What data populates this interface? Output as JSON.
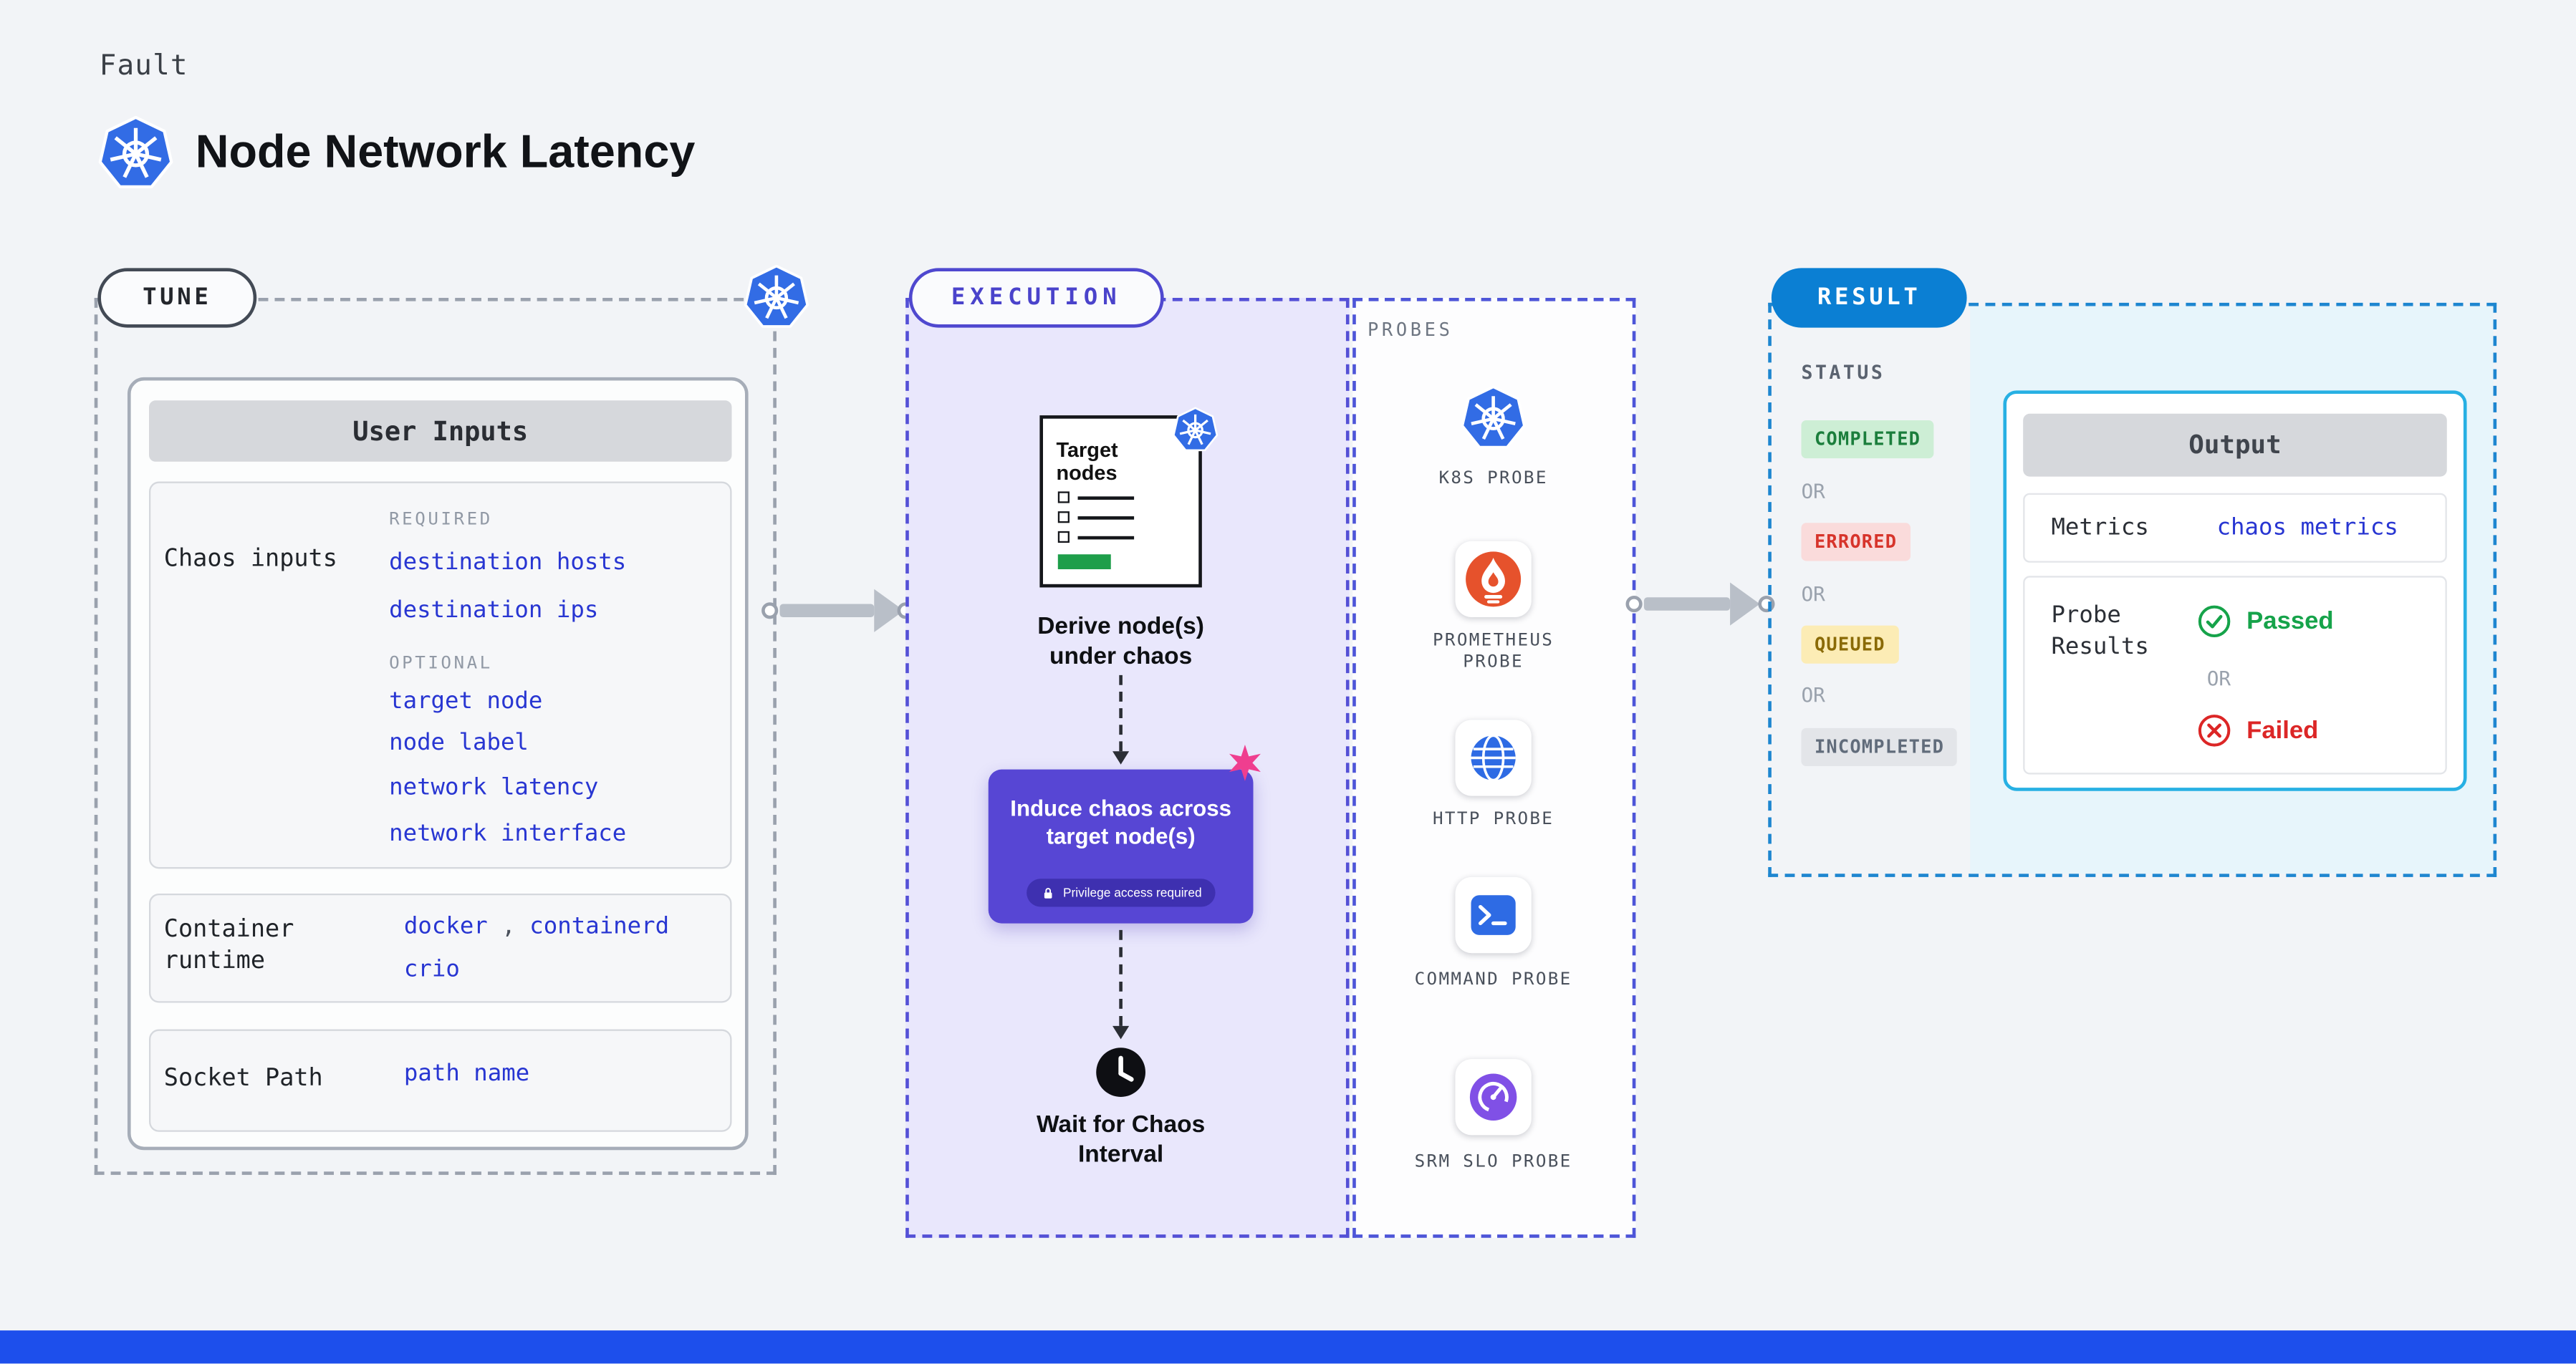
{
  "page": {
    "eyebrow": "Fault",
    "title": "Node Network Latency",
    "accent_blue": "#326ce5",
    "bottom_bar_color": "#1d4fec"
  },
  "tune": {
    "pill": "TUNE",
    "user_inputs": {
      "header": "User Inputs",
      "chaos_inputs": {
        "label": "Chaos inputs",
        "required_tag": "REQUIRED",
        "required_values": [
          "destination hosts",
          "destination ips"
        ],
        "optional_tag": "OPTIONAL",
        "optional_values": [
          "target node",
          "node label",
          "network latency",
          "network interface"
        ]
      },
      "container_runtime": {
        "label": "Container runtime",
        "values": [
          "docker",
          "containerd",
          "crio"
        ],
        "separator": ","
      },
      "socket_path": {
        "label": "Socket Path",
        "value": "path name"
      }
    }
  },
  "execution": {
    "pill": "EXECUTION",
    "target_nodes": {
      "title": "Target nodes",
      "icon": "kubernetes-icon"
    },
    "derive_label": "Derive node(s) under chaos",
    "induce_label": "Induce chaos across target node(s)",
    "privilege_badge": "Privilege access required",
    "wait_label": "Wait for Chaos Interval"
  },
  "probes": {
    "header": "PROBES",
    "items": [
      {
        "label": "K8S PROBE",
        "icon": "kubernetes-icon"
      },
      {
        "label": "PROMETHEUS PROBE",
        "icon": "prometheus-icon"
      },
      {
        "label": "HTTP PROBE",
        "icon": "globe-icon"
      },
      {
        "label": "COMMAND PROBE",
        "icon": "terminal-icon"
      },
      {
        "label": "SRM SLO PROBE",
        "icon": "gauge-icon"
      }
    ]
  },
  "result": {
    "pill": "RESULT",
    "status_header": "STATUS",
    "or_label": "OR",
    "statuses": [
      {
        "label": "COMPLETED",
        "bg": "#cdeed5",
        "color": "#1b7e3c"
      },
      {
        "label": "ERRORED",
        "bg": "#fadbdb",
        "color": "#d7342b"
      },
      {
        "label": "QUEUED",
        "bg": "#fcecb5",
        "color": "#8a6a06"
      },
      {
        "label": "INCOMPLETED",
        "bg": "#e3e5e9",
        "color": "#616c7b"
      }
    ],
    "output": {
      "header": "Output",
      "metrics_label": "Metrics",
      "metrics_value": "chaos metrics",
      "probe_results_label": "Probe Results",
      "passed_label": "Passed",
      "or_label": "OR",
      "failed_label": "Failed",
      "passed_color": "#16a34a",
      "failed_color": "#dc2626"
    }
  }
}
